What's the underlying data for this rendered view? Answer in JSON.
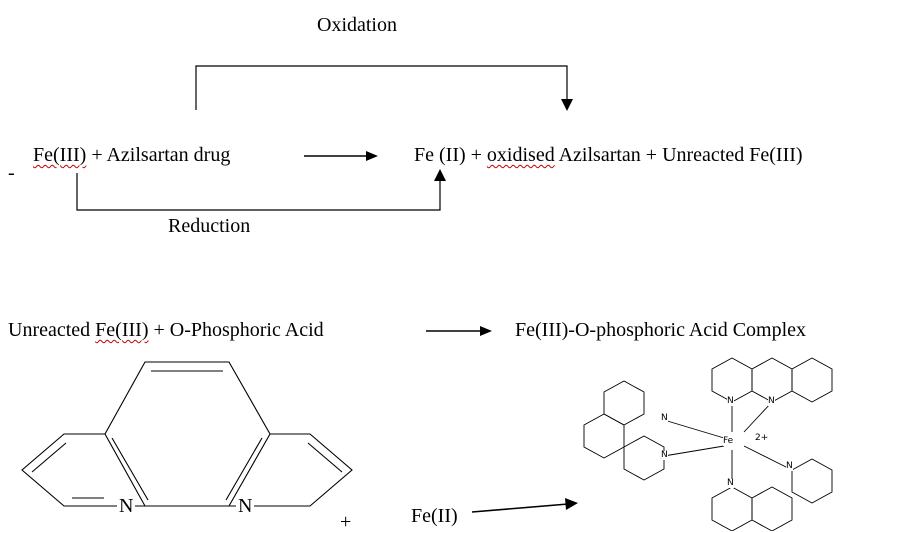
{
  "scheme1": {
    "top_label": "Oxidation",
    "bottom_label": "Reduction",
    "left_fe": "Fe(III)",
    "left_rest": " + Azilsartan drug",
    "right_fe": "Fe (II) + ",
    "right_oxidised": "oxidised",
    "right_mid": " Azilsartan + ",
    "right_end": "Unreacted Fe(III)",
    "dash": "-"
  },
  "scheme2": {
    "unreacted": "Unreacted ",
    "fe": "Fe(III)",
    "rest": " + O-Phosphoric Acid",
    "product": "Fe(III)-O-phosphoric Acid Complex"
  },
  "scheme3": {
    "n_left": "N",
    "n_right": "N",
    "plus": "+",
    "reagent": "Fe(II)",
    "complex_center": "Fe",
    "complex_charge": "2+",
    "complex_n": "N"
  }
}
